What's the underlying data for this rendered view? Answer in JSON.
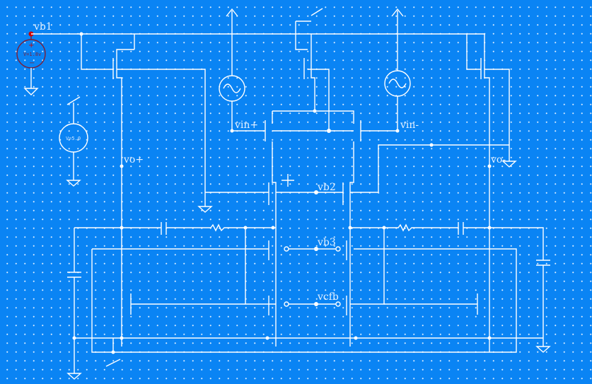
{
  "net_labels": {
    "vb1": "vb1",
    "vin_plus": "vin+",
    "vin_minus": "vin-",
    "vo_plus": "vo+",
    "vo_minus": "vo-",
    "vb2": "vb2",
    "vb3": "vb3",
    "vcfb": "vcfb"
  },
  "sources": {
    "vb1_value": "V=1.8v",
    "vdd_value": "V=5.0"
  },
  "colors": {
    "background": "#0a84f4",
    "wire": "#ffffff",
    "selected_source": "#8b1a1a"
  }
}
